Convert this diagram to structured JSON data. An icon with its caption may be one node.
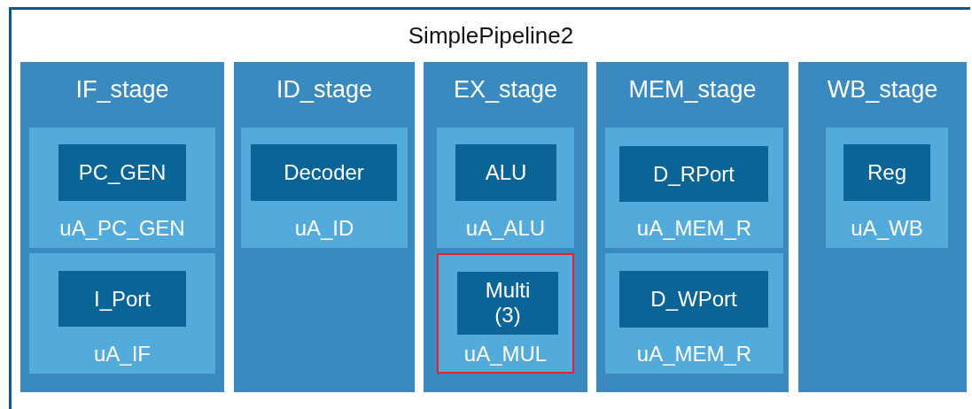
{
  "diagram": {
    "nodes": [
      {
        "text": [
          "SimplePipeline2"
        ]
      },
      {
        "text": [
          "IF_stage"
        ],
        "in": 0
      },
      {
        "text": [
          "uA_PC_GEN"
        ],
        "in": 1
      },
      {
        "text": [
          "PC_GEN"
        ],
        "in": 2
      },
      {
        "text": [
          "uA_IF"
        ],
        "in": 1
      },
      {
        "text": [
          "I_Port"
        ],
        "in": 4
      },
      {
        "text": [
          "ID_stage"
        ],
        "in": 0
      },
      {
        "text": [
          "uA_ID"
        ],
        "in": 6
      },
      {
        "text": [
          "Decoder"
        ],
        "in": 7
      },
      {
        "text": [
          "EX_stage"
        ],
        "in": 0
      },
      {
        "text": [
          "uA_ALU"
        ],
        "in": 9
      },
      {
        "text": [
          "ALU"
        ],
        "in": 10
      },
      {
        "text": [
          "uA_MUL"
        ],
        "in": 9
      },
      {
        "text": [
          "Multi (3)"
        ],
        "in": 12
      },
      {
        "text": [
          "MEM_stage"
        ],
        "in": 0
      },
      {
        "text": [
          "uA_MEM_R"
        ],
        "in": 14
      },
      {
        "text": [
          "D_RPort"
        ],
        "in": 15
      },
      {
        "text": [
          "uA_MEM_R"
        ],
        "in": 14
      },
      {
        "text": [
          "D_WPort"
        ],
        "in": 17
      },
      {
        "text": [
          "WB_stage"
        ],
        "in": 0
      },
      {
        "text": [
          "uA_WB"
        ],
        "in": 19
      },
      {
        "text": [
          "Reg"
        ],
        "in": 20
      }
    ]
  }
}
